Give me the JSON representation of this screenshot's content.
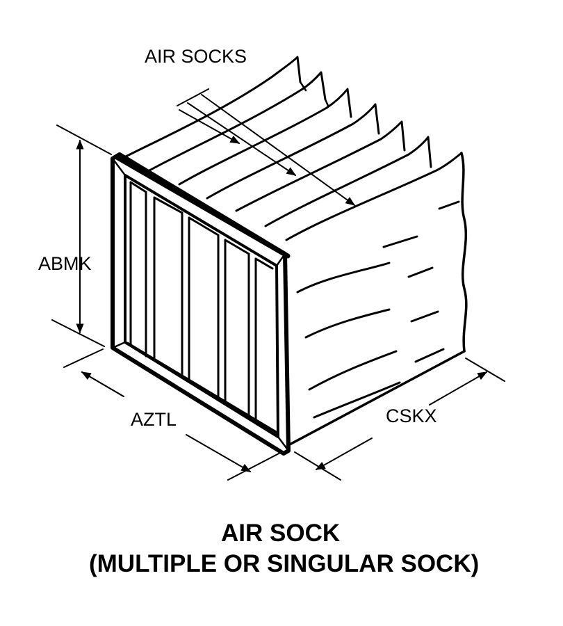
{
  "diagram": {
    "callout_air_socks": "AIR SOCKS",
    "dim_height": "ABMK",
    "dim_width": "AZTL",
    "dim_depth": "CSKX",
    "caption_line1": "AIR SOCK",
    "caption_line2": "(MULTIPLE OR SINGULAR SOCK)",
    "ink_color": "#000000",
    "background_color": "#ffffff"
  }
}
